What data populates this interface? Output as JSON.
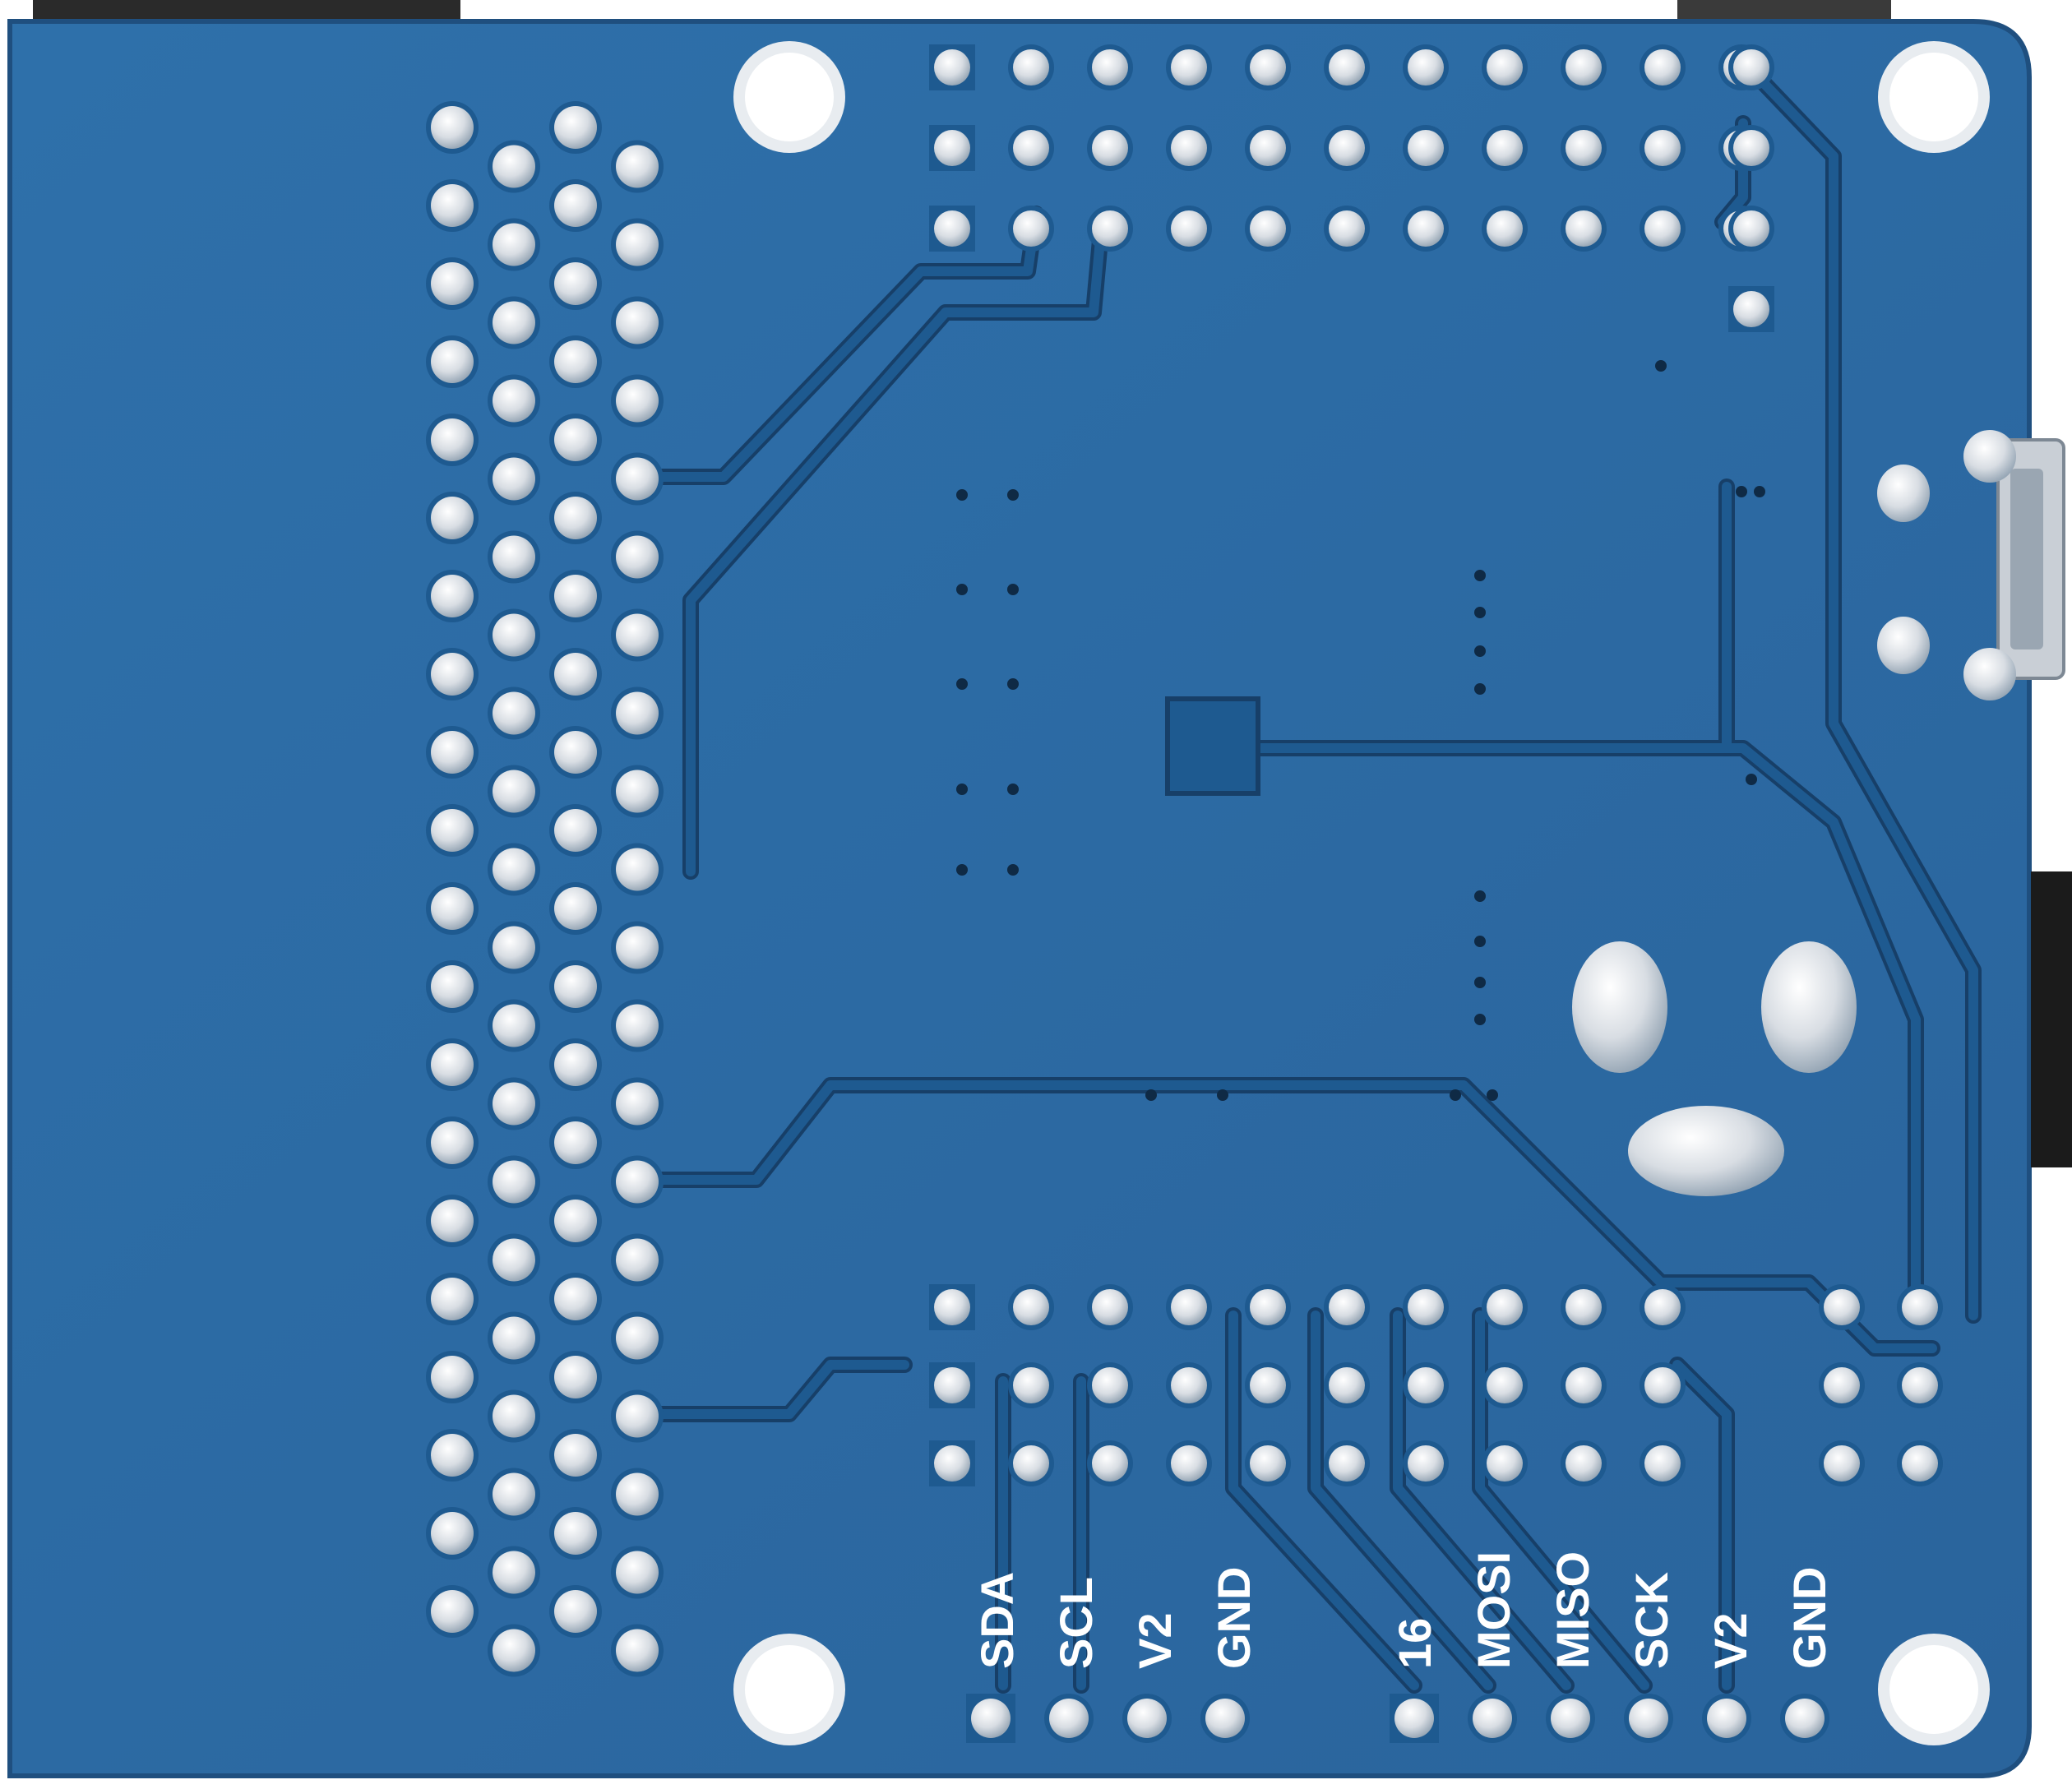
{
  "image": {
    "subject": "pcb-bottom-side",
    "colors": {
      "board": "#2b6aa3",
      "board_edge": "#1f4f7f",
      "trace": "#1e5a90",
      "trace_edge": "#173f68",
      "solder": "#d8dde3",
      "solder_shadow": "#8fa0b0",
      "silk": "#ffffff",
      "background": "#ffffff"
    },
    "silkscreen_labels": [
      "SDA",
      "SCL",
      "V2",
      "GND",
      "16",
      "MOSI",
      "MISO",
      "SCK",
      "V2",
      "GND"
    ],
    "headers": {
      "main_two_row_pins_per_row": 40,
      "top_header_rows": 3,
      "top_header_cols": 11,
      "bottom_header_rows": 3,
      "bottom_header_cols": 10,
      "bottom_pin_strip_count": 10
    }
  }
}
